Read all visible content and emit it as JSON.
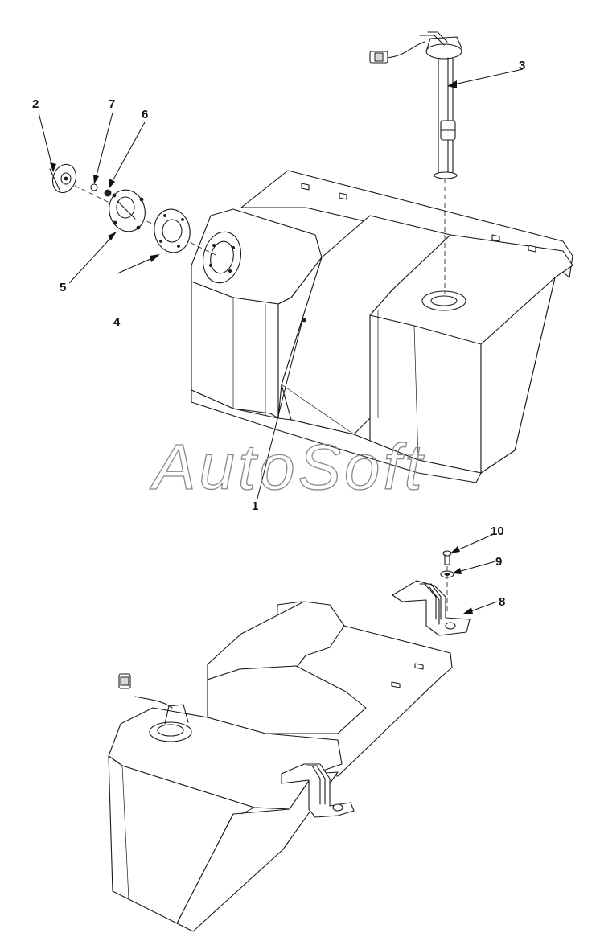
{
  "watermark": "AutoSoft",
  "callouts": [
    {
      "id": "label-1",
      "number": "1"
    },
    {
      "id": "label-2",
      "number": "2"
    },
    {
      "id": "label-3",
      "number": "3"
    },
    {
      "id": "label-4",
      "number": "4"
    },
    {
      "id": "label-5",
      "number": "5"
    },
    {
      "id": "label-6",
      "number": "6"
    },
    {
      "id": "label-7",
      "number": "7"
    },
    {
      "id": "label-8",
      "number": "8"
    },
    {
      "id": "label-9",
      "number": "9"
    },
    {
      "id": "label-10",
      "number": "10"
    }
  ]
}
